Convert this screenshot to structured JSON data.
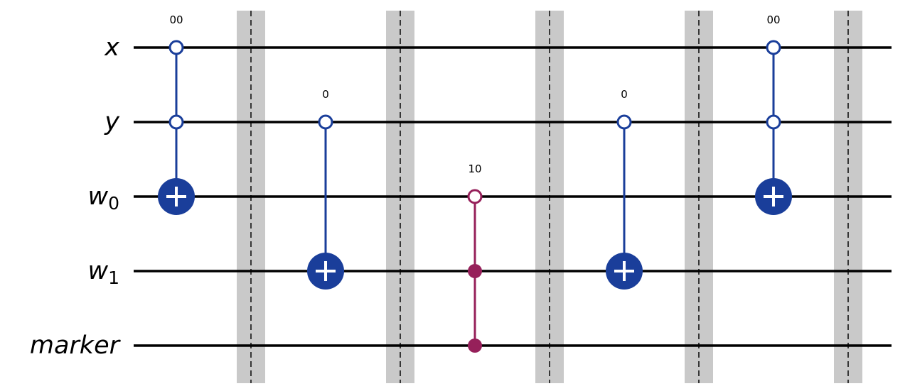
{
  "circuit": {
    "qubits": [
      {
        "base": "x",
        "sub": ""
      },
      {
        "base": "y",
        "sub": ""
      },
      {
        "base": "w",
        "sub": "0"
      },
      {
        "base": "w",
        "sub": "1"
      },
      {
        "base": "marker",
        "sub": ""
      }
    ],
    "barrier_count": 5,
    "colors": {
      "mcx_gate": "#1a3e9a",
      "ccx_special": "#96205a"
    },
    "gates": [
      {
        "type": "mcx",
        "color_key": "mcx_gate",
        "ctrl_state": "00",
        "controls": [
          {
            "q": 0,
            "open": true
          },
          {
            "q": 1,
            "open": true
          }
        ],
        "target": 2
      },
      {
        "type": "cx",
        "color_key": "mcx_gate",
        "ctrl_state": "0",
        "controls": [
          {
            "q": 1,
            "open": true
          }
        ],
        "target": 3
      },
      {
        "type": "mcz",
        "color_key": "ccx_special",
        "ctrl_state": "10",
        "controls": [
          {
            "q": 2,
            "open": true
          },
          {
            "q": 3,
            "open": false
          }
        ],
        "target": 4,
        "target_style": "dot"
      },
      {
        "type": "cx",
        "color_key": "mcx_gate",
        "ctrl_state": "0",
        "controls": [
          {
            "q": 1,
            "open": true
          }
        ],
        "target": 3
      },
      {
        "type": "mcx",
        "color_key": "mcx_gate",
        "ctrl_state": "00",
        "controls": [
          {
            "q": 0,
            "open": true
          },
          {
            "q": 1,
            "open": true
          }
        ],
        "target": 2
      }
    ]
  }
}
